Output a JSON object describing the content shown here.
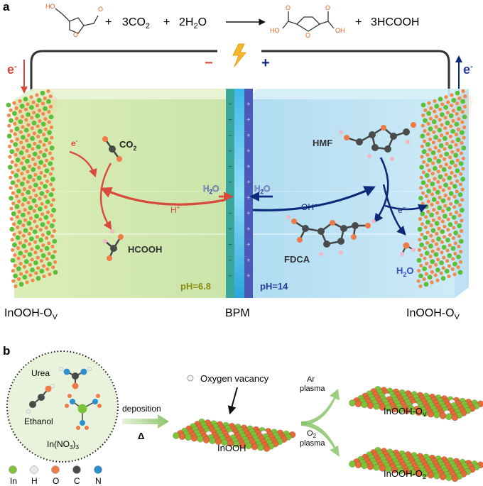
{
  "panel_a": {
    "label": "a",
    "equation": {
      "plus1": "+",
      "co2_coef": "3CO",
      "co2_sub": "2",
      "plus2": "+",
      "h2o_a": "2H",
      "h2o_sub": "2",
      "h2o_b": "O",
      "plus3": "+",
      "hcooh": "3HCOOH",
      "fdca_ho_left": "HO",
      "fdca_oh_right": "OH",
      "hmf_ho": "HO"
    },
    "circuit": {
      "minus": "−",
      "plus": "+"
    },
    "electrode_left_e": "e",
    "electrode_right_e": "e",
    "sup_minus": "-",
    "cathode": {
      "e_label": "e",
      "co2_a": "CO",
      "co2_sub": "2",
      "h_plus": "H",
      "h_sup": "+",
      "hcooh": "HCOOH",
      "ph": "pH=6.8"
    },
    "anode": {
      "hmf": "HMF",
      "oh": "OH",
      "oh_sup": "−",
      "e_label": "e",
      "e_sup": "−",
      "fdca": "FDCA",
      "h2o_a": "H",
      "h2o_sub": "2",
      "h2o_b": "O",
      "ph": "pH=14"
    },
    "membrane_h2o_left": {
      "a": "H",
      "sub": "2",
      "b": "O"
    },
    "membrane_h2o_right": {
      "a": "H",
      "sub": "2",
      "b": "O"
    },
    "bottom_labels": {
      "left_a": "InOOH-O",
      "left_sub": "V",
      "center": "BPM",
      "right_a": "InOOH-O",
      "right_sub": "V"
    }
  },
  "panel_b": {
    "label": "b",
    "circle_labels": {
      "urea": "Urea",
      "ethanol": "Ethanol",
      "in_a": "In(NO",
      "in_sub": "3",
      "in_b": ")",
      "in_sub2": "3"
    },
    "deposition": "deposition",
    "delta": "Δ",
    "oxygen_vacancy": "Oxygen vacancy",
    "inooh": "InOOH",
    "ar_line1": "Ar",
    "ar_line2": "plasma",
    "o2_line1a": "O",
    "o2_sub": "2",
    "o2_line2": "plasma",
    "product_top_a": "InOOH-O",
    "product_top_sub": "V",
    "product_bottom_a": "InOOH-O",
    "product_bottom_sub": "2",
    "legend": [
      {
        "symbol": "In",
        "color": "#7cc23a"
      },
      {
        "symbol": "H",
        "color": "#e8e8e8"
      },
      {
        "symbol": "O",
        "color": "#ee7a45"
      },
      {
        "symbol": "C",
        "color": "#4a4a4a"
      },
      {
        "symbol": "N",
        "color": "#2b8fd0"
      }
    ]
  }
}
